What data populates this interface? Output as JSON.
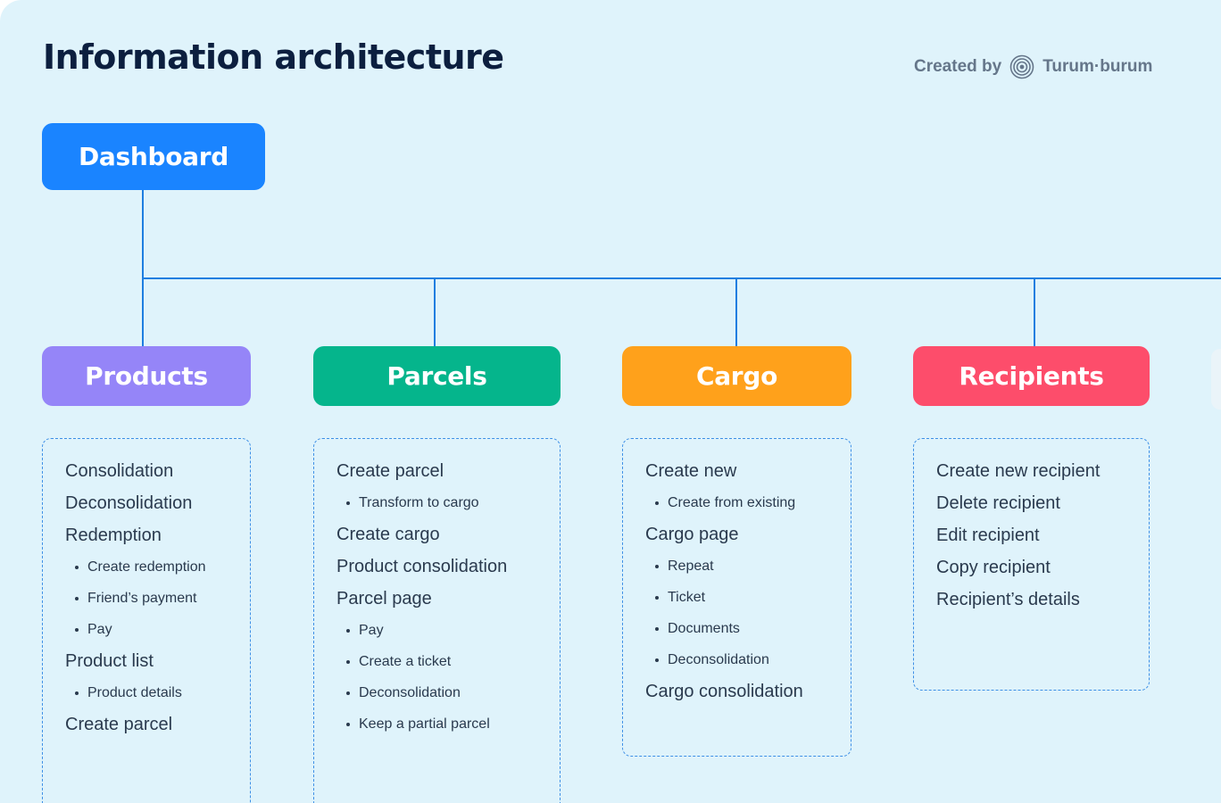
{
  "title": "Information architecture",
  "credit": {
    "prefix": "Created by",
    "brand": "Turum·burum",
    "icon": "spiral-logo-icon"
  },
  "root": {
    "label": "Dashboard",
    "color": "#1a84ff"
  },
  "sections": [
    {
      "label": "Products",
      "color": "#9585f8",
      "items": [
        {
          "label": "Consolidation",
          "children": []
        },
        {
          "label": "Deconsolidation",
          "children": []
        },
        {
          "label": "Redemption",
          "children": [
            "Create redemption",
            "Friend’s payment",
            "Pay"
          ]
        },
        {
          "label": "Product list",
          "children": [
            "Product details"
          ]
        },
        {
          "label": "Create parcel",
          "children": []
        }
      ]
    },
    {
      "label": "Parcels",
      "color": "#05b58c",
      "items": [
        {
          "label": "Create parcel",
          "children": [
            "Transform to cargo"
          ]
        },
        {
          "label": "Create cargo",
          "children": []
        },
        {
          "label": "Product consolidation",
          "children": []
        },
        {
          "label": "Parcel page",
          "children": [
            "Pay",
            "Create a ticket",
            "Deconsolidation",
            "Keep a partial parcel"
          ]
        }
      ]
    },
    {
      "label": "Cargo",
      "color": "#ffa11b",
      "items": [
        {
          "label": "Create new",
          "children": [
            "Create from existing"
          ]
        },
        {
          "label": "Cargo page",
          "children": [
            "Repeat",
            "Ticket",
            "Documents",
            "Deconsolidation"
          ]
        },
        {
          "label": "Cargo consolidation",
          "children": []
        }
      ]
    },
    {
      "label": "Recipients",
      "color": "#fd4d6b",
      "items": [
        {
          "label": "Create new recipient",
          "children": []
        },
        {
          "label": "Delete recipient",
          "children": []
        },
        {
          "label": "Edit recipient",
          "children": []
        },
        {
          "label": "Copy recipient",
          "children": []
        },
        {
          "label": "Recipient’s details",
          "children": []
        }
      ]
    }
  ]
}
